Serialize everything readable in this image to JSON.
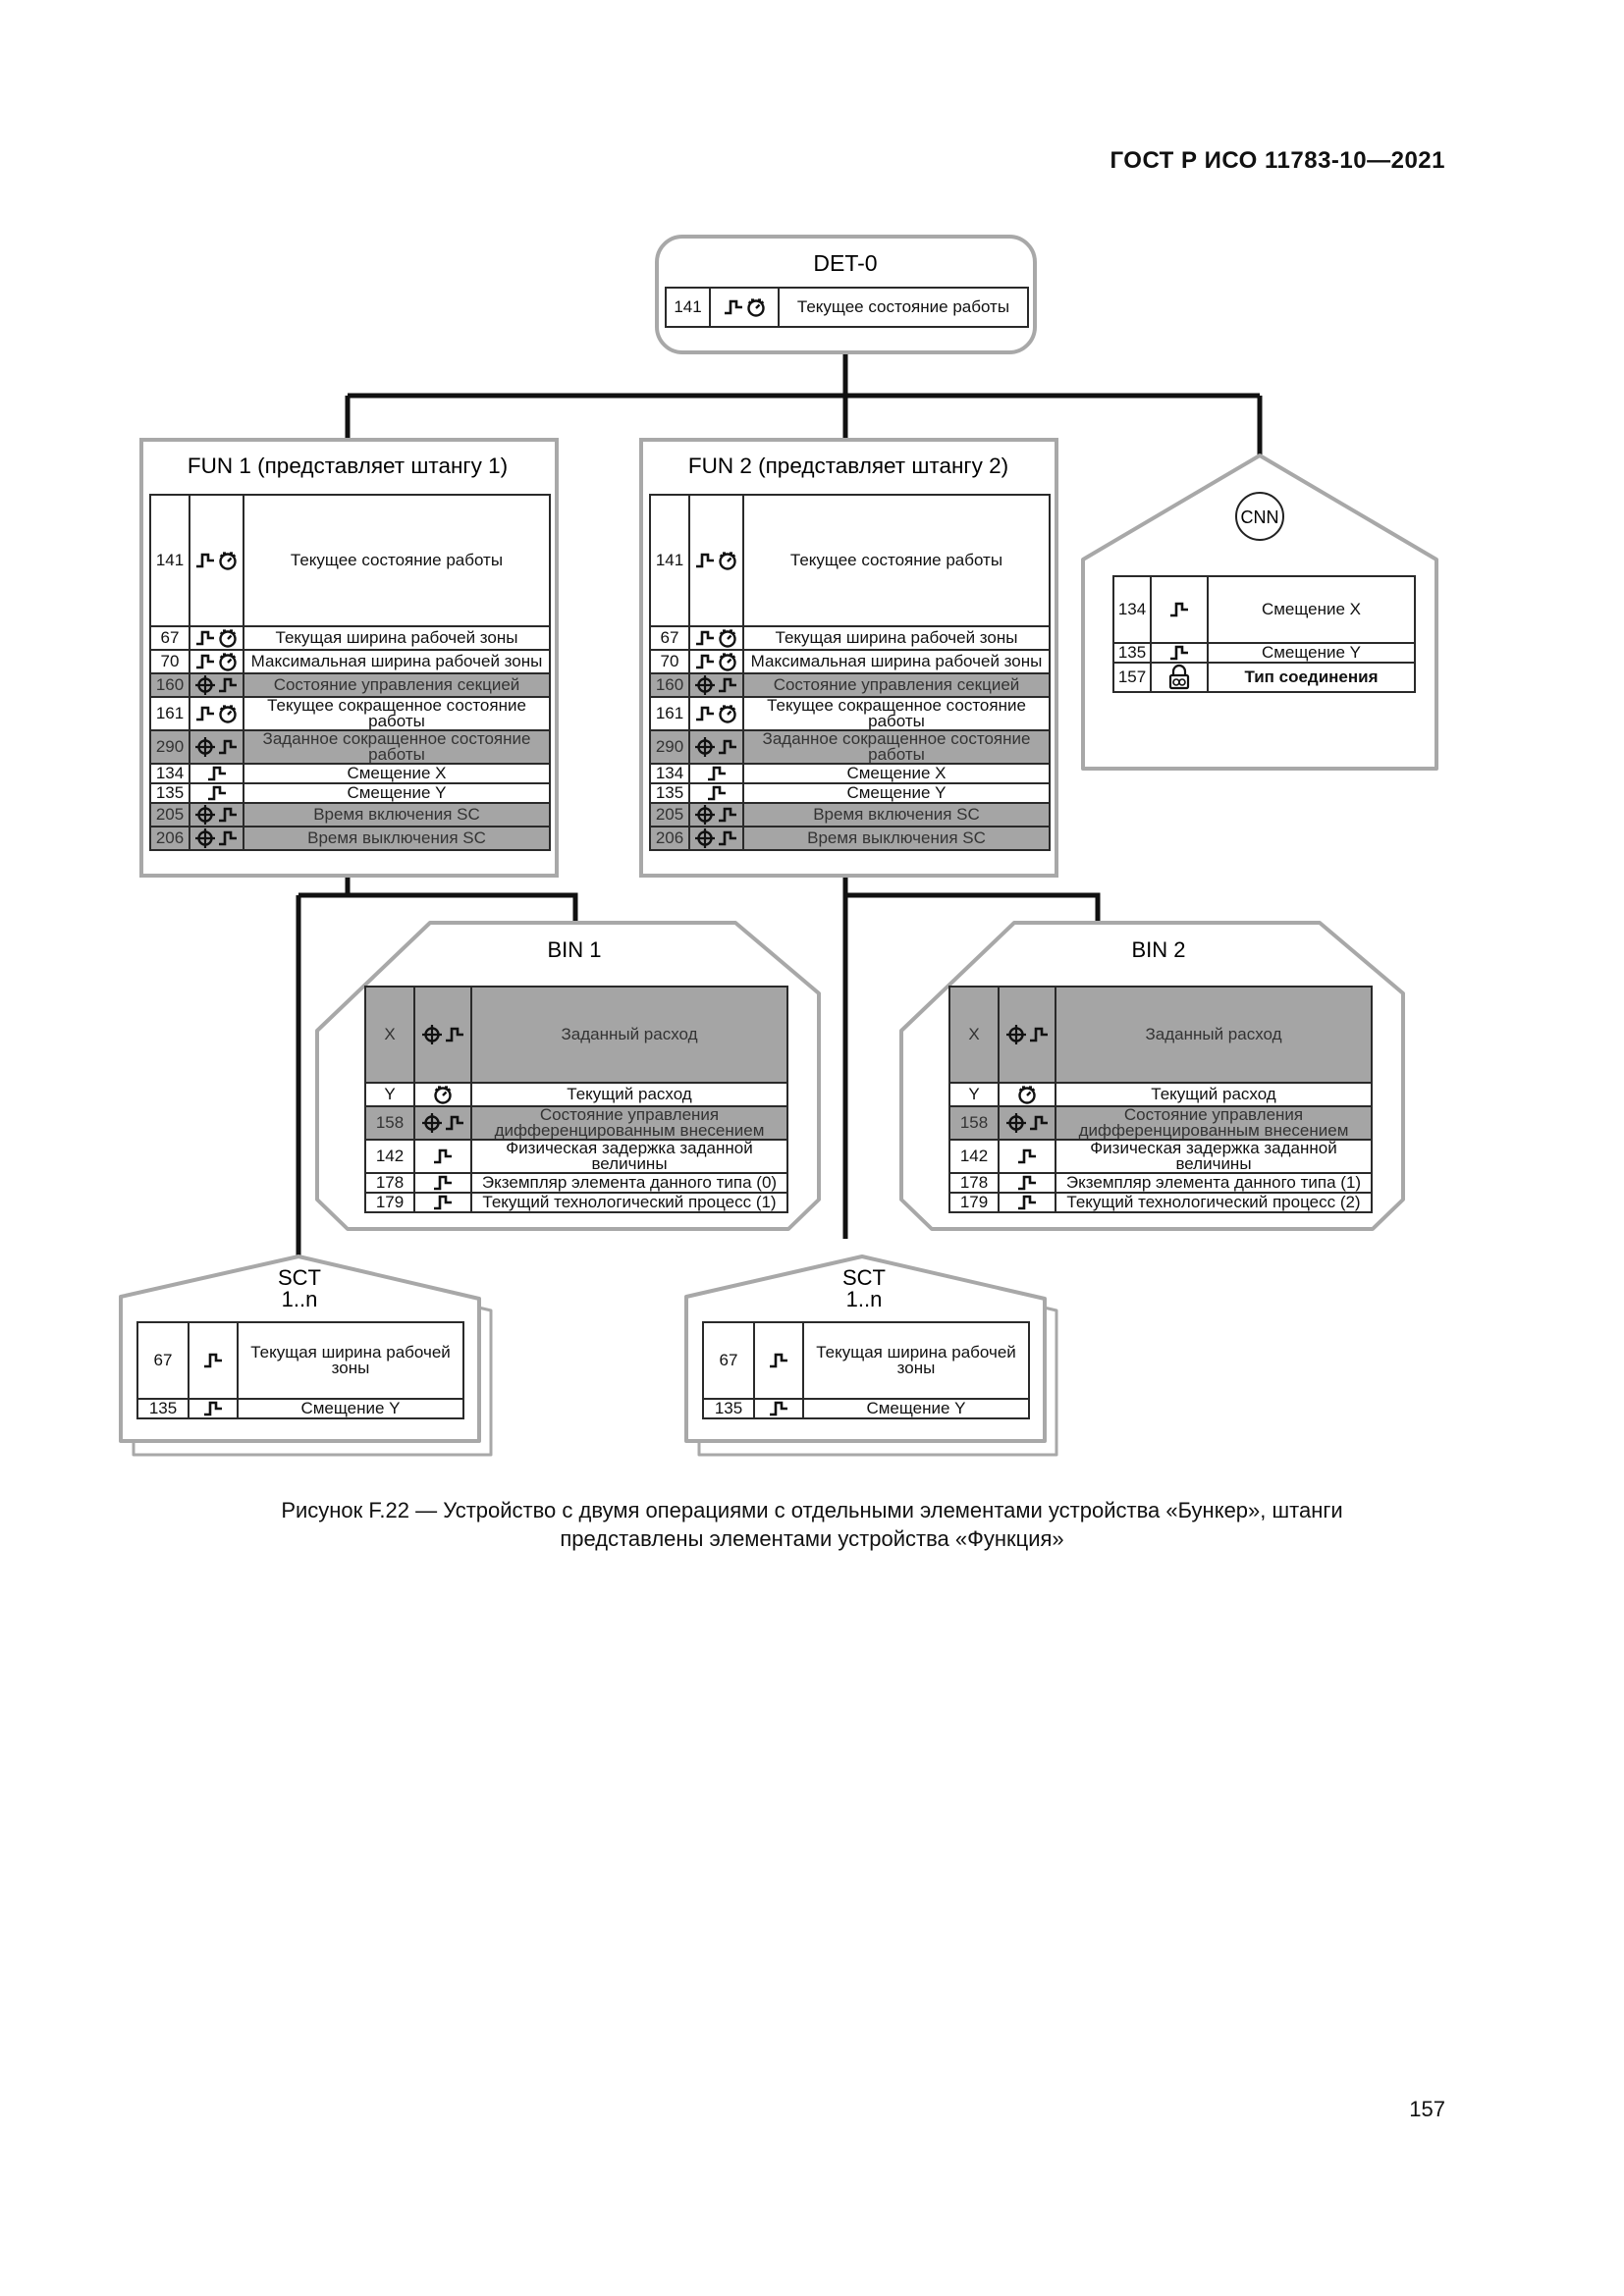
{
  "header": {
    "doc_code": "ГОСТ Р ИСО 11783-10—2021"
  },
  "nodes": {
    "det0": {
      "title": "DET-0",
      "rows": [
        {
          "num": "141",
          "icons": [
            "step-icon",
            "clock-icon"
          ],
          "text": "Текущее состояние работы",
          "dark": false
        }
      ]
    },
    "fun1": {
      "title": "FUN 1 (представляет штангу 1)",
      "rows": [
        {
          "num": "141",
          "icons": [
            "step-icon",
            "clock-icon"
          ],
          "text": "Текущее состояние работы",
          "dark": false
        },
        {
          "num": "67",
          "icons": [
            "step-icon",
            "clock-icon"
          ],
          "text": "Текущая ширина рабочей зоны",
          "dark": false
        },
        {
          "num": "70",
          "icons": [
            "step-icon",
            "clock-icon"
          ],
          "text": "Максимальная ширина рабочей зоны",
          "dark": false
        },
        {
          "num": "160",
          "icons": [
            "target-icon",
            "step-icon"
          ],
          "text": "Состояние управления секцией",
          "dark": true
        },
        {
          "num": "161",
          "icons": [
            "step-icon",
            "clock-icon"
          ],
          "text": "Текущее сокращенное состояние работы",
          "dark": false
        },
        {
          "num": "290",
          "icons": [
            "target-icon",
            "step-icon"
          ],
          "text": "Заданное сокращенное состояние работы",
          "dark": true
        },
        {
          "num": "134",
          "icons": [
            "step-icon"
          ],
          "text": "Смещение X",
          "dark": false
        },
        {
          "num": "135",
          "icons": [
            "step-icon"
          ],
          "text": "Смещение Y",
          "dark": false
        },
        {
          "num": "205",
          "icons": [
            "target-icon",
            "step-icon"
          ],
          "text": "Время включения SC",
          "dark": true
        },
        {
          "num": "206",
          "icons": [
            "target-icon",
            "step-icon"
          ],
          "text": "Время выключения SC",
          "dark": true
        }
      ]
    },
    "fun2": {
      "title": "FUN 2 (представляет штангу 2)",
      "rows": [
        {
          "num": "141",
          "icons": [
            "step-icon",
            "clock-icon"
          ],
          "text": "Текущее состояние работы",
          "dark": false
        },
        {
          "num": "67",
          "icons": [
            "step-icon",
            "clock-icon"
          ],
          "text": "Текущая ширина рабочей зоны",
          "dark": false
        },
        {
          "num": "70",
          "icons": [
            "step-icon",
            "clock-icon"
          ],
          "text": "Максимальная ширина рабочей зоны",
          "dark": false
        },
        {
          "num": "160",
          "icons": [
            "target-icon",
            "step-icon"
          ],
          "text": "Состояние управления секцией",
          "dark": true
        },
        {
          "num": "161",
          "icons": [
            "step-icon",
            "clock-icon"
          ],
          "text": "Текущее сокращенное состояние работы",
          "dark": false
        },
        {
          "num": "290",
          "icons": [
            "target-icon",
            "step-icon"
          ],
          "text": "Заданное сокращенное состояние работы",
          "dark": true
        },
        {
          "num": "134",
          "icons": [
            "step-icon"
          ],
          "text": "Смещение X",
          "dark": false
        },
        {
          "num": "135",
          "icons": [
            "step-icon"
          ],
          "text": "Смещение Y",
          "dark": false
        },
        {
          "num": "205",
          "icons": [
            "target-icon",
            "step-icon"
          ],
          "text": "Время включения SC",
          "dark": true
        },
        {
          "num": "206",
          "icons": [
            "target-icon",
            "step-icon"
          ],
          "text": "Время выключения SC",
          "dark": true
        }
      ]
    },
    "cnn": {
      "title": "CNN",
      "rows": [
        {
          "num": "134",
          "icons": [
            "step-icon"
          ],
          "text": "Смещение X",
          "dark": false
        },
        {
          "num": "135",
          "icons": [
            "step-icon"
          ],
          "text": "Смещение Y",
          "dark": false
        },
        {
          "num": "157",
          "icons": [
            "lock-icon"
          ],
          "text": "Тип соединения",
          "dark": false,
          "bold": true
        }
      ]
    },
    "bin1": {
      "title": "BIN 1",
      "rows": [
        {
          "num": "X",
          "icons": [
            "target-icon",
            "step-icon"
          ],
          "text": "Заданный расход",
          "dark": true
        },
        {
          "num": "Y",
          "icons": [
            "clock-icon"
          ],
          "text": "Текущий расход",
          "dark": false
        },
        {
          "num": "158",
          "icons": [
            "target-icon",
            "step-icon"
          ],
          "text": "Состояние управления дифференцированным внесением",
          "dark": true
        },
        {
          "num": "142",
          "icons": [
            "step-icon"
          ],
          "text": "Физическая задержка заданной величины",
          "dark": false
        },
        {
          "num": "178",
          "icons": [
            "step-icon"
          ],
          "text": "Экземпляр элемента данного типа (0)",
          "dark": false
        },
        {
          "num": "179",
          "icons": [
            "step-icon"
          ],
          "text": "Текущий технологический процесс (1)",
          "dark": false
        }
      ]
    },
    "bin2": {
      "title": "BIN 2",
      "rows": [
        {
          "num": "X",
          "icons": [
            "target-icon",
            "step-icon"
          ],
          "text": "Заданный расход",
          "dark": true
        },
        {
          "num": "Y",
          "icons": [
            "clock-icon"
          ],
          "text": "Текущий расход",
          "dark": false
        },
        {
          "num": "158",
          "icons": [
            "target-icon",
            "step-icon"
          ],
          "text": "Состояние управления дифференцированным внесением",
          "dark": true
        },
        {
          "num": "142",
          "icons": [
            "step-icon"
          ],
          "text": "Физическая задержка заданной величины",
          "dark": false
        },
        {
          "num": "178",
          "icons": [
            "step-icon"
          ],
          "text": "Экземпляр элемента данного типа (1)",
          "dark": false
        },
        {
          "num": "179",
          "icons": [
            "step-icon"
          ],
          "text": "Текущий технологический процесс (2)",
          "dark": false
        }
      ]
    },
    "sct1": {
      "title": "SCT",
      "subtitle": "1..n",
      "rows": [
        {
          "num": "67",
          "icons": [
            "step-icon"
          ],
          "text": "Текущая ширина рабочей зоны",
          "dark": false
        },
        {
          "num": "135",
          "icons": [
            "step-icon"
          ],
          "text": "Смещение Y",
          "dark": false
        }
      ]
    },
    "sct2": {
      "title": "SCT",
      "subtitle": "1..n",
      "rows": [
        {
          "num": "67",
          "icons": [
            "step-icon"
          ],
          "text": "Текущая ширина рабочей зоны",
          "dark": false
        },
        {
          "num": "135",
          "icons": [
            "step-icon"
          ],
          "text": "Смещение Y",
          "dark": false
        }
      ]
    }
  },
  "caption": {
    "line1": "Рисунок F.22 — Устройство с двумя операциями с отдельными элементами устройства «Бункер», штанги",
    "line2": "представлены элементами устройства «Функция»"
  },
  "footer": {
    "page_number": "157"
  }
}
